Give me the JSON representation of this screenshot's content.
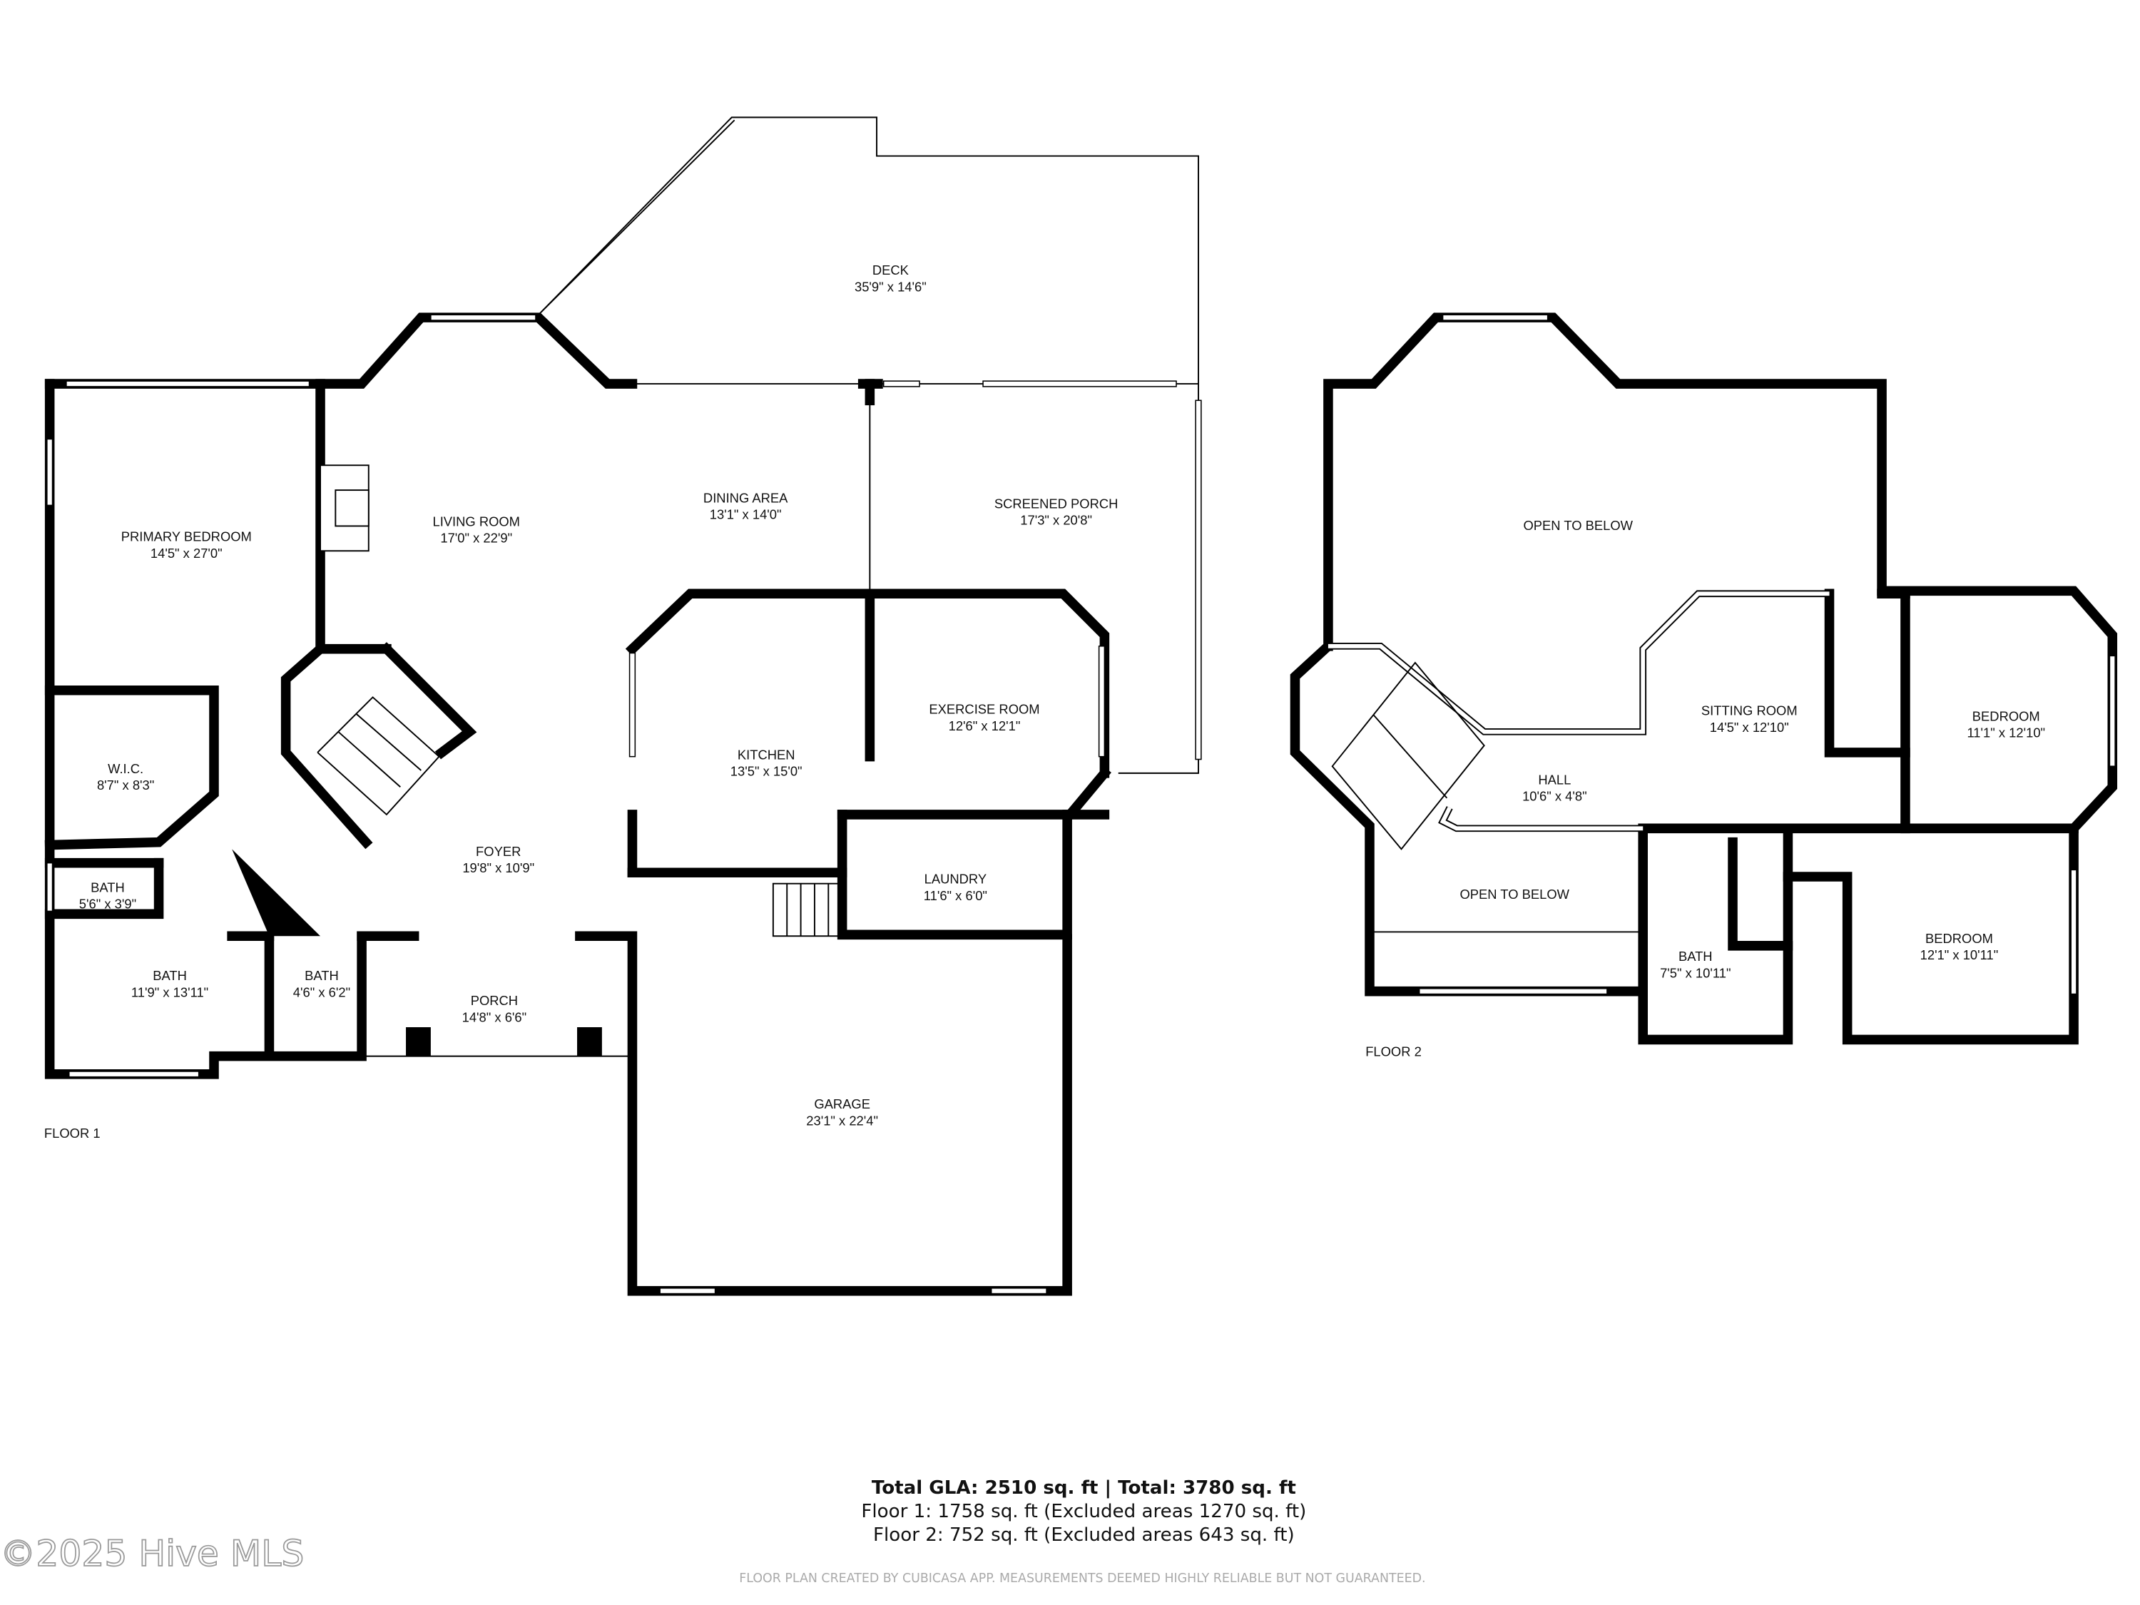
{
  "floor1": {
    "label": "FLOOR 1",
    "rooms": [
      {
        "name": "DECK",
        "dims": "35'9\" x 14'6\""
      },
      {
        "name": "LIVING ROOM",
        "dims": "17'0\" x 22'9\""
      },
      {
        "name": "DINING AREA",
        "dims": "13'1\" x 14'0\""
      },
      {
        "name": "SCREENED PORCH",
        "dims": "17'3\" x 20'8\""
      },
      {
        "name": "PRIMARY BEDROOM",
        "dims": "14'5\" x 27'0\""
      },
      {
        "name": "W.I.C.",
        "dims": "8'7\" x 8'3\""
      },
      {
        "name": "KITCHEN",
        "dims": "13'5\" x 15'0\""
      },
      {
        "name": "EXERCISE ROOM",
        "dims": "12'6\" x 12'1\""
      },
      {
        "name": "FOYER",
        "dims": "19'8\" x 10'9\""
      },
      {
        "name": "BATH",
        "dims": "5'6\" x 3'9\""
      },
      {
        "name": "LAUNDRY",
        "dims": "11'6\" x 6'0\""
      },
      {
        "name": "BATH",
        "dims": "11'9\" x 13'11\""
      },
      {
        "name": "BATH",
        "dims": "4'6\" x 6'2\""
      },
      {
        "name": "PORCH",
        "dims": "14'8\" x 6'6\""
      },
      {
        "name": "GARAGE",
        "dims": "23'1\" x 22'4\""
      }
    ]
  },
  "floor2": {
    "label": "FLOOR 2",
    "rooms": [
      {
        "name": "OPEN TO BELOW",
        "dims": ""
      },
      {
        "name": "SITTING ROOM",
        "dims": "14'5\" x 12'10\""
      },
      {
        "name": "BEDROOM",
        "dims": "11'1\" x 12'10\""
      },
      {
        "name": "HALL",
        "dims": "10'6\" x 4'8\""
      },
      {
        "name": "OPEN TO BELOW",
        "dims": ""
      },
      {
        "name": "BATH",
        "dims": "7'5\" x 10'11\""
      },
      {
        "name": "BEDROOM",
        "dims": "12'1\" x 10'11\""
      }
    ]
  },
  "summary": {
    "total": "Total GLA: 2510 sq. ft | Total: 3780 sq. ft",
    "floor1": "Floor 1: 1758 sq. ft (Excluded areas 1270 sq. ft)",
    "floor2": "Floor 2: 752 sq. ft (Excluded areas 643 sq. ft)"
  },
  "disclaimer": "FLOOR PLAN CREATED BY CUBICASA APP. MEASUREMENTS DEEMED HIGHLY RELIABLE BUT NOT GUARANTEED.",
  "watermark": "©2025 Hive MLS"
}
